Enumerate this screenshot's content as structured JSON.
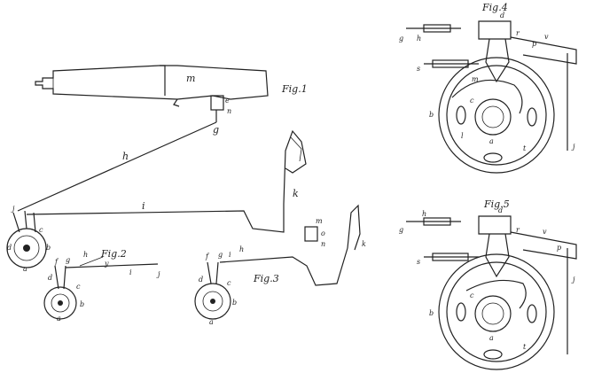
{
  "figures": {
    "fig1": {
      "title": "Fig.1",
      "labels": {
        "m": "m",
        "e": "e",
        "n": "n",
        "g": "g",
        "h": "h",
        "i": "i",
        "k": "k",
        "j": "j",
        "c": "c",
        "b": "b",
        "d": "d",
        "a": "a"
      }
    },
    "fig2": {
      "title": "Fig.2",
      "labels": {
        "f": "f",
        "g": "g",
        "h": "h",
        "y": "y",
        "i": "i",
        "j": "j",
        "c": "c",
        "b": "b",
        "a": "a",
        "d": "d"
      }
    },
    "fig3": {
      "title": "Fig.3",
      "labels": {
        "f": "f",
        "g": "g",
        "i": "i",
        "h": "h",
        "k": "k",
        "m": "m",
        "o": "o",
        "n": "n",
        "d": "d",
        "c": "c",
        "b": "b",
        "a": "a"
      }
    },
    "fig4": {
      "title": "Fig.4",
      "labels": {
        "g": "g",
        "h": "h",
        "d": "d",
        "r": "r",
        "p": "p",
        "v": "v",
        "s": "s",
        "m": "m",
        "c": "c",
        "b": "b",
        "a": "a",
        "l": "l",
        "t": "t",
        "j": "j"
      }
    },
    "fig5": {
      "title": "Fig.5",
      "labels": {
        "g": "g",
        "h": "h",
        "d": "d",
        "r": "r",
        "v": "v",
        "p": "p",
        "s": "s",
        "c": "c",
        "b": "b",
        "a": "a",
        "t": "t",
        "j": "j"
      }
    }
  },
  "colors": {
    "ink": "#222222",
    "paper": "#ffffff"
  }
}
